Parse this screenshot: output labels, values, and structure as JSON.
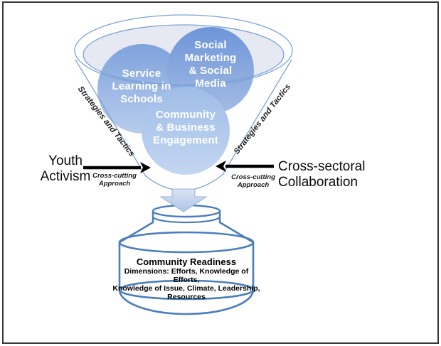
{
  "funnel": {
    "edge_label_left": "Strategies and Tactics",
    "edge_label_right": "Strategies and Tactics",
    "circles": [
      {
        "id": "service-learning",
        "lines": [
          "Service",
          "Learning in",
          "Schools"
        ]
      },
      {
        "id": "social-marketing",
        "lines": [
          "Social",
          "Marketing",
          "& Social",
          "Media"
        ]
      },
      {
        "id": "community-business",
        "lines": [
          "Community",
          "& Business",
          "Engagement"
        ]
      }
    ]
  },
  "inputs": {
    "left": {
      "lines": [
        "Youth",
        "Activism"
      ],
      "approach_lines": [
        "Cross-cutting",
        "Approach"
      ]
    },
    "right": {
      "lines": [
        "Cross-sectoral",
        "Collaboration"
      ],
      "approach_lines": [
        "Cross-cutting",
        "Approach"
      ]
    }
  },
  "barrel": {
    "title": "Community Readiness",
    "lines": [
      "Dimensions: Efforts, Knowledge of Efforts,",
      "Knowledge of Issue, Climate, Leadership,",
      "Resources"
    ]
  },
  "colors": {
    "funnel_outline": "#7ba3d6",
    "jar_outline": "#4a7ebc",
    "bowl_fill": "#e6e9f2",
    "circle_service_top": "#7ea2dc",
    "circle_service_bottom": "#b9cdec",
    "circle_social_top": "#6e95d8",
    "circle_social_bottom": "#a4bce4",
    "circle_community_top": "#9fbde7",
    "circle_community_bottom": "#c3d6f1",
    "block_arrow_top": "#d9e3f4",
    "block_arrow_bottom": "#afc5e8",
    "input_arrow": "#000000"
  }
}
